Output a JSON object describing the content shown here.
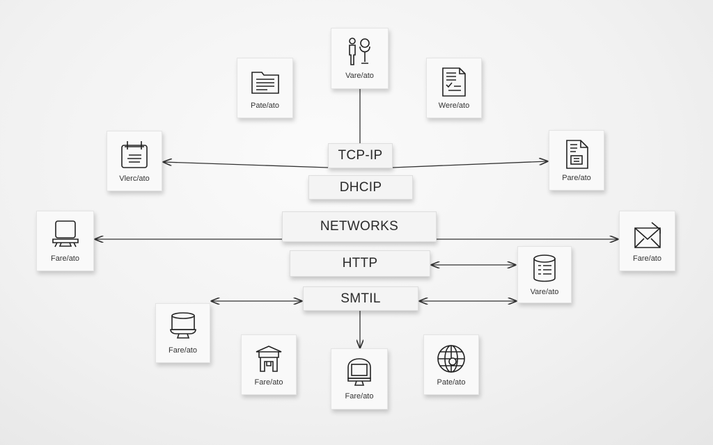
{
  "layers": [
    {
      "label": "TCP-IP"
    },
    {
      "label": "DHCIP"
    },
    {
      "label": "NETWORKS"
    },
    {
      "label": "HTTP"
    },
    {
      "label": "SMTIL"
    }
  ],
  "nodes": [
    {
      "label": "Vare/ato",
      "icon": "person-microphone-icon"
    },
    {
      "label": "Pate/ato",
      "icon": "folder-icon"
    },
    {
      "label": "Were/ato",
      "icon": "checklist-document-icon"
    },
    {
      "label": "Vlerc/ato",
      "icon": "clipboard-icon"
    },
    {
      "label": "Pare/ato",
      "icon": "document-icon"
    },
    {
      "label": "Fare/ato",
      "icon": "monitor-icon"
    },
    {
      "label": "Fare/ato",
      "icon": "envelope-icon"
    },
    {
      "label": "Vare/ato",
      "icon": "database-icon"
    },
    {
      "label": "Fare/ato",
      "icon": "server-cylinder-icon"
    },
    {
      "label": "Fare/ato",
      "icon": "building-icon"
    },
    {
      "label": "Fare/ato",
      "icon": "computer-icon"
    },
    {
      "label": "Pate/ato",
      "icon": "globe-icon"
    }
  ]
}
